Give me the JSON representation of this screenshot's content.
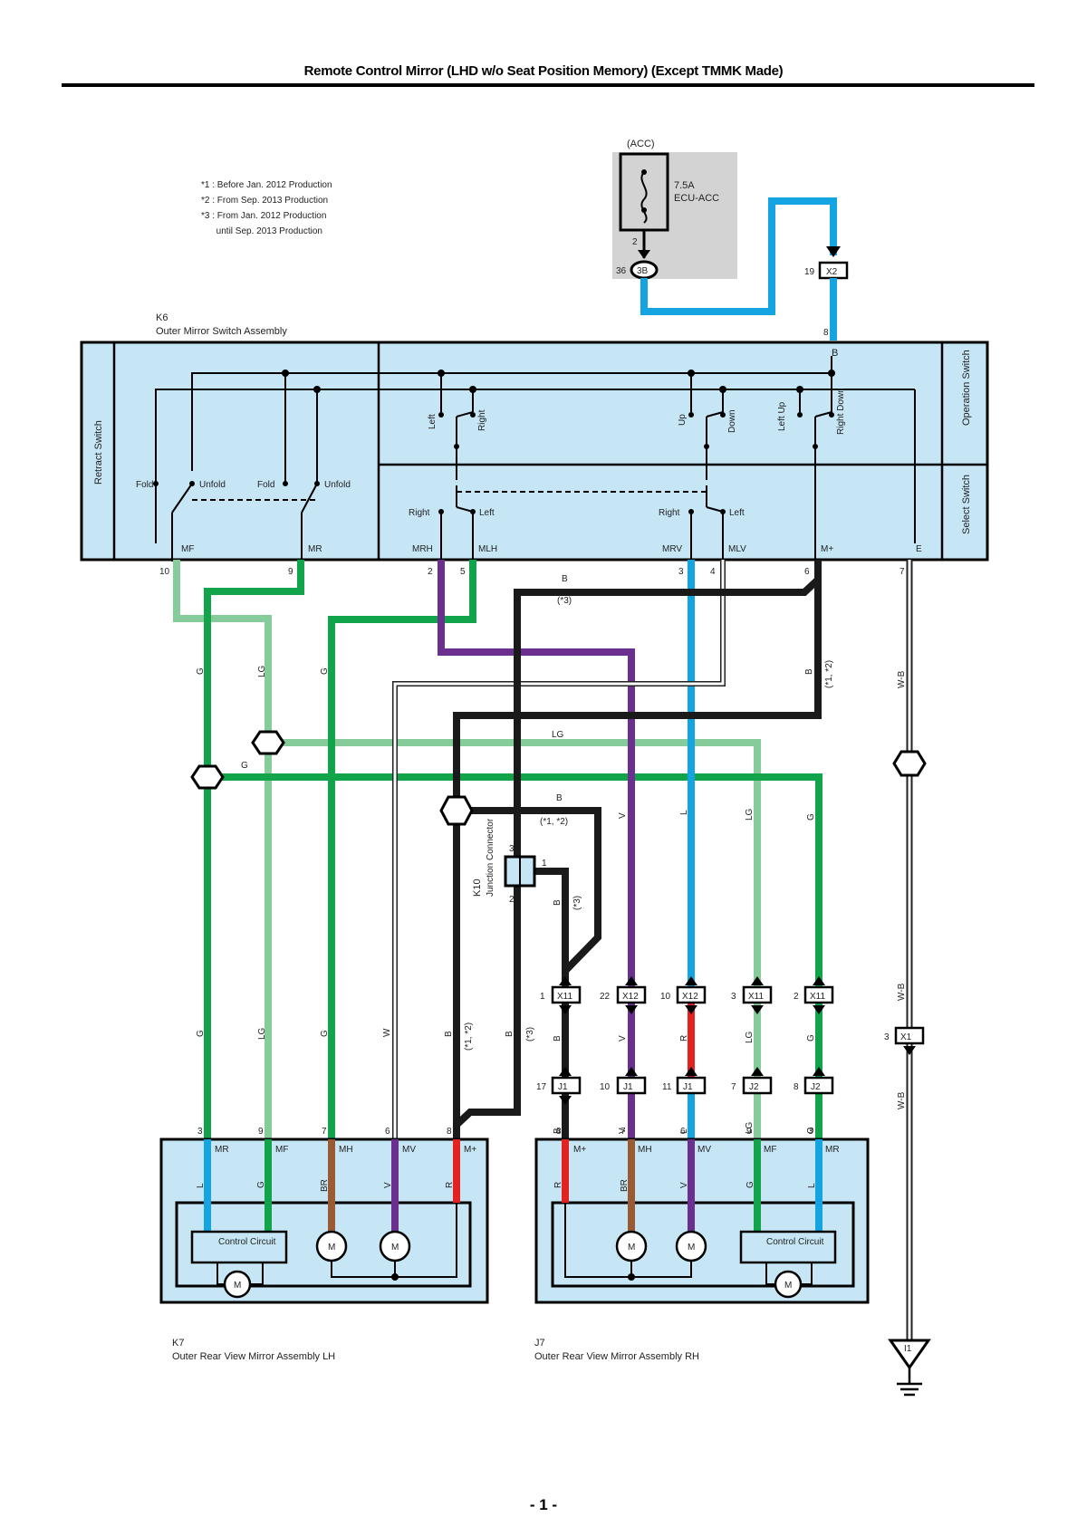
{
  "title": "Remote Control Mirror (LHD w/o Seat Position Memory) (Except TMMK Made)",
  "page_number": "- 1 -",
  "colors": {
    "panel": "#c6e6f6",
    "light_green": "#86cc9b",
    "green": "#11a44a",
    "blue": "#14a4e2",
    "violet": "#6b2f8f",
    "red": "#e32222",
    "brown": "#9a5a32",
    "black": "#1a1a1a",
    "fuse_bg": "#d3d3d3"
  },
  "notes": [
    "*1 : Before Jan. 2012 Production",
    "*2 : From Sep. 2013 Production",
    "*3 : From Jan. 2012 Production",
    "      until Sep. 2013 Production"
  ],
  "fuse": {
    "circuit": "(ACC)",
    "rating": "7.5A",
    "name": "ECU-ACC",
    "pin": "2",
    "connector_num": "36",
    "connector": "3B"
  },
  "connectors": {
    "x2_top": {
      "code": "X2",
      "pin": "19"
    },
    "k6": {
      "code": "K6",
      "name": "Outer Mirror Switch Assembly"
    },
    "k10": {
      "code": "K10",
      "name": "Junction Connector",
      "pins": [
        "3",
        "1",
        "2"
      ]
    },
    "k7": {
      "code": "K7",
      "name": "Outer Rear View Mirror Assembly LH"
    },
    "j7": {
      "code": "J7",
      "name": "Outer Rear View Mirror Assembly RH"
    },
    "ground": {
      "code": "I1",
      "pin_code": "X1",
      "pin_num": "3"
    }
  },
  "switch": {
    "retract_label": "Retract Switch",
    "operation_label": "Operation Switch",
    "select_label": "Select Switch",
    "fold": "Fold",
    "unfold": "Unfold",
    "left": "Left",
    "right": "Right",
    "up": "Up",
    "down": "Down",
    "left_up": "Left Up",
    "right_down": "Right Down",
    "b_terminal": "B",
    "b_pin": "8",
    "terminals": [
      "MF",
      "MR",
      "MRH",
      "MLH",
      "MRV",
      "MLV",
      "M+",
      "E"
    ],
    "pins": [
      "10",
      "9",
      "2",
      "5",
      "3",
      "4",
      "6",
      "7"
    ]
  },
  "wires": {
    "g": "G",
    "lg": "LG",
    "b": "B",
    "b_star1": "B",
    "star1": "(*1, *2)",
    "star3": "(*3)",
    "w": "W",
    "wb": "W-B",
    "v": "V",
    "l": "L",
    "r": "R",
    "br": "BR"
  },
  "inline": {
    "upper": [
      {
        "pin": "1",
        "code": "X11"
      },
      {
        "pin": "22",
        "code": "X12"
      },
      {
        "pin": "10",
        "code": "X12"
      },
      {
        "pin": "3",
        "code": "X11"
      },
      {
        "pin": "2",
        "code": "X11"
      }
    ],
    "lower": [
      {
        "pin": "17",
        "code": "J1"
      },
      {
        "pin": "10",
        "code": "J1"
      },
      {
        "pin": "11",
        "code": "J1"
      },
      {
        "pin": "7",
        "code": "J2"
      },
      {
        "pin": "8",
        "code": "J2"
      }
    ]
  },
  "lh_mirror": {
    "pins": [
      "3",
      "9",
      "7",
      "6",
      "8"
    ],
    "terminals": [
      "MR",
      "MF",
      "MH",
      "MV",
      "M+"
    ],
    "wires": [
      "L",
      "G",
      "BR",
      "V",
      "R"
    ],
    "control": "Control Circuit",
    "motor": "M"
  },
  "rh_mirror": {
    "pins": [
      "8",
      "7",
      "6",
      "9",
      "3"
    ],
    "terminals": [
      "M+",
      "MH",
      "MV",
      "MF",
      "MR"
    ],
    "wires": [
      "R",
      "BR",
      "V",
      "G",
      "L"
    ],
    "control": "Control Circuit",
    "motor": "M"
  }
}
